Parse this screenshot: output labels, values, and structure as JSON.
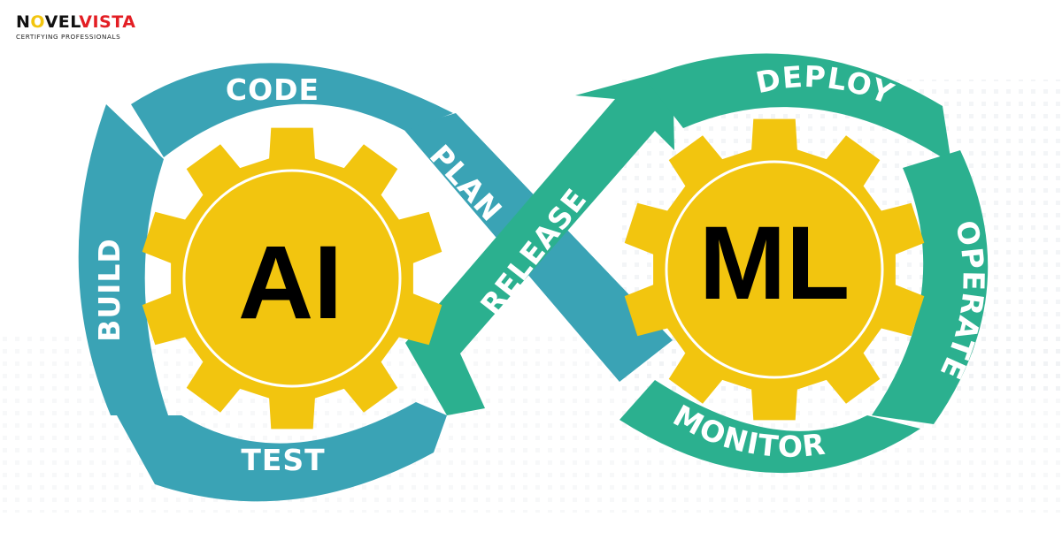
{
  "brand": {
    "name_part1": "N",
    "name_o": "O",
    "name_part2": "VEL",
    "name_part3": "VISTA",
    "tagline": "CERTIFYING PROFESSIONALS"
  },
  "diagram": {
    "left_gear_label": "AI",
    "right_gear_label": "ML",
    "stages": {
      "code": "CODE",
      "build": "BUILD",
      "test": "TEST",
      "plan": "PLAN",
      "release": "RELEASE",
      "deploy": "DEPLOY",
      "operate": "OPERATE",
      "monitor": "MONITOR"
    }
  },
  "colors": {
    "blue_loop": "#3aa3b5",
    "green_loop": "#2bb08f",
    "gear_yellow": "#f2c50f",
    "gear_ring": "#ffffff",
    "brand_red": "#e31e24"
  }
}
